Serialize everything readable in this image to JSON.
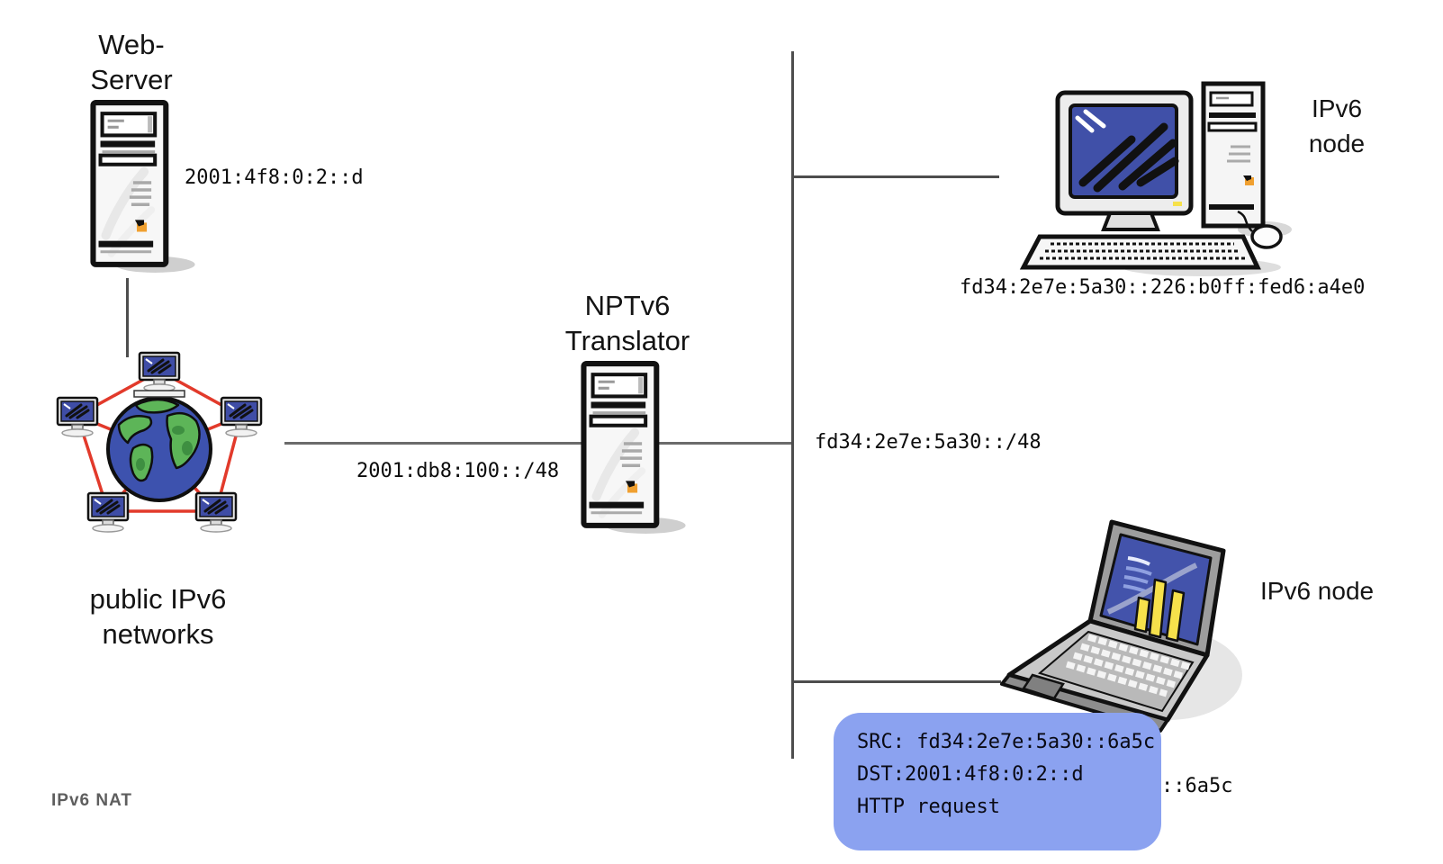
{
  "caption": "IPv6 NAT",
  "web_server": {
    "label": [
      "Web-",
      "Server"
    ],
    "address": "2001:4f8:0:2::d",
    "icon": "server-tower-icon"
  },
  "public_networks": {
    "label": [
      "public IPv6",
      "networks"
    ],
    "icon": "globe-network-icon"
  },
  "translator": {
    "label": [
      "NPTv6",
      "Translator"
    ],
    "icon": "server-tower-icon"
  },
  "links": {
    "public_prefix": "2001:db8:100::/48",
    "internal_prefix": "fd34:2e7e:5a30::/48"
  },
  "desktop_node": {
    "label": [
      "IPv6",
      "node"
    ],
    "address": "fd34:2e7e:5a30::226:b0ff:fed6:a4e0",
    "icon": "desktop-computer-icon"
  },
  "laptop_node": {
    "label": "IPv6 node",
    "address_visible": "::6a5c",
    "icon": "laptop-computer-icon"
  },
  "packet": {
    "line1": "SRC: fd34:2e7e:5a30::6a5c",
    "line2": "DST:2001:4f8:0:2::d",
    "line3": "HTTP request"
  },
  "colors": {
    "backbone_gray": "#4d4d4d",
    "link_gray": "#6b6b6b",
    "mesh_red": "#e23a2b",
    "packet_box_bg": "#8ba2f0",
    "caption_gray": "#5e5e5e",
    "screen_blue": "#4050a8",
    "globe_ocean": "#3d52ae",
    "globe_land": "#5db558",
    "chart_yellow": "#f6e14b",
    "badge_orange": "#f0a030"
  }
}
